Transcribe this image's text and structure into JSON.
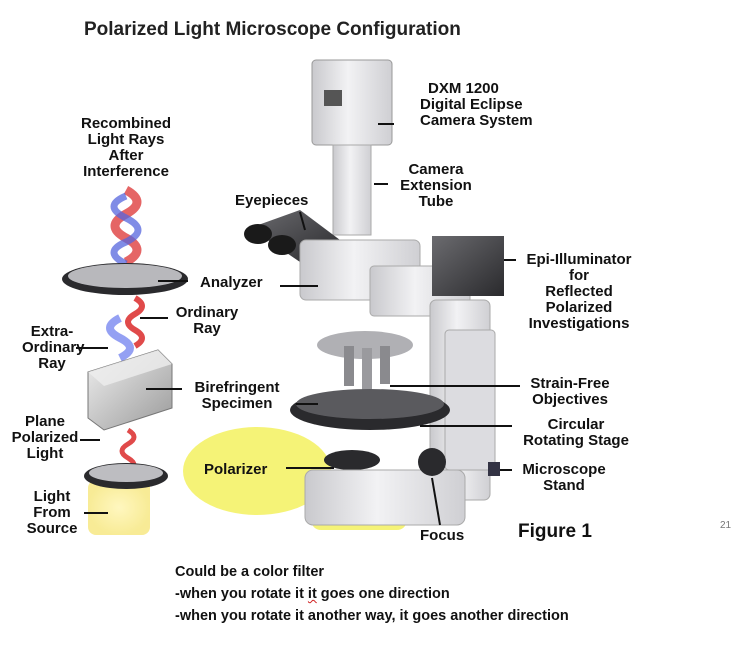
{
  "title": "Polarized Light Microscope Configuration",
  "figure_label": "Figure 1",
  "page_number": "21",
  "labels": {
    "camera": [
      "DXM 1200",
      "Digital Eclipse",
      "Camera System"
    ],
    "extension": [
      "Camera",
      "Extension",
      "Tube"
    ],
    "eyepieces": "Eyepieces",
    "recombined": [
      "Recombined",
      "Light Rays",
      "After",
      "Interference"
    ],
    "analyzer": "Analyzer",
    "ordinary": [
      "Ordinary",
      "Ray"
    ],
    "extraordinary": [
      "Extra-",
      "Ordinary",
      "Ray"
    ],
    "birefringent": [
      "Birefringent",
      "Specimen"
    ],
    "plane": [
      "Plane",
      "Polarized",
      "Light"
    ],
    "polarizer": "Polarizer",
    "light_source": [
      "Light",
      "From",
      "Source"
    ],
    "epi": [
      "Epi-Illuminator",
      "for",
      "Reflected",
      "Polarized",
      "Investigations"
    ],
    "objectives": [
      "Strain-Free",
      "Objectives"
    ],
    "stage": [
      "Circular",
      "Rotating Stage"
    ],
    "stand": [
      "Microscope",
      "Stand"
    ],
    "focus": "Focus"
  },
  "notes": {
    "line1": "Could be a color filter",
    "line2_pre": "-when you rotate it ",
    "line2_mark": "it",
    "line2_post": " goes one direction",
    "line3": "-when you rotate it another way, it goes another direction"
  },
  "colors": {
    "highlight": "#f4f268",
    "wave_red": "#e04a4a",
    "wave_blue": "#5566dd",
    "microscope_body": "#e8e8ea",
    "spellcheck": "#d02020"
  }
}
